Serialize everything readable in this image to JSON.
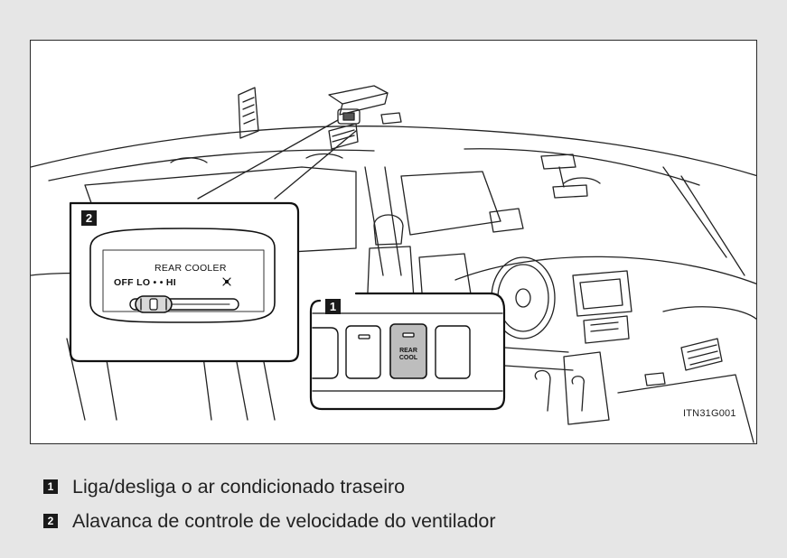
{
  "figure": {
    "id": "ITN31G001",
    "callout_1": "1",
    "callout_2": "2",
    "inset_2": {
      "title": "REAR  COOLER",
      "scale_labels": "OFF  LO  •  •  HI"
    },
    "inset_1": {
      "button_label_line1": "REAR",
      "button_label_line2": "COOL"
    }
  },
  "legend": [
    {
      "num": "1",
      "text": "Liga/desliga o ar condicionado traseiro"
    },
    {
      "num": "2",
      "text": "Alavanca de controle de velocidade do ventilador"
    }
  ]
}
